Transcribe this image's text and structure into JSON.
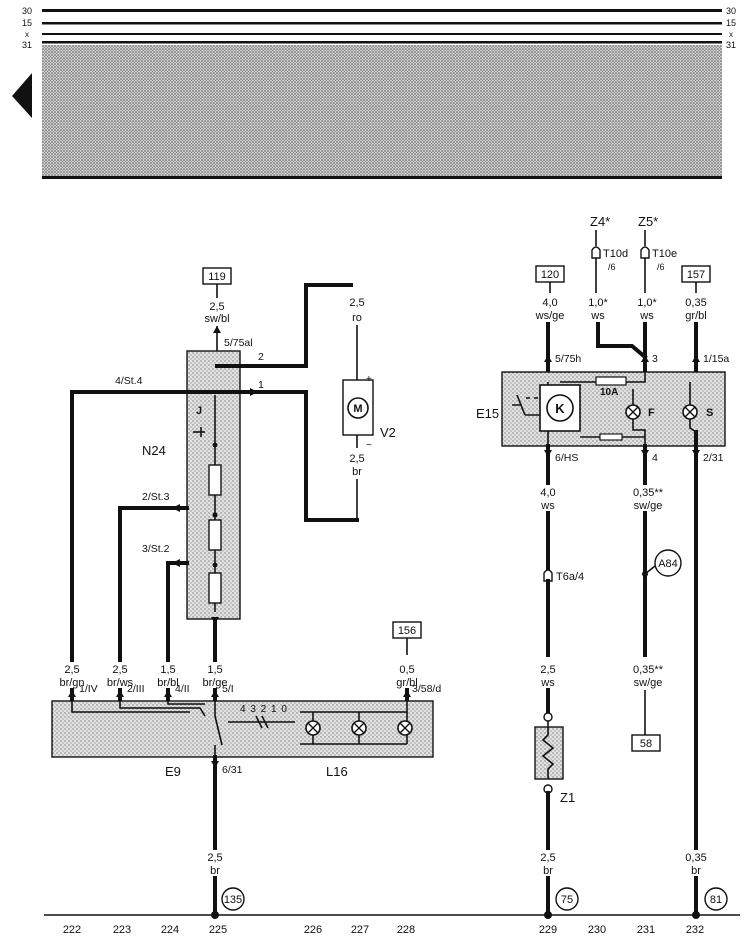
{
  "bus_rails": [
    "30",
    "15",
    "x",
    "31"
  ],
  "track_numbers": [
    "222",
    "223",
    "224",
    "225",
    "226",
    "227",
    "228",
    "229",
    "230",
    "231",
    "232"
  ],
  "ground_points": [
    "135",
    "75",
    "81"
  ],
  "refs": {
    "r119": "119",
    "r120": "120",
    "r157": "157",
    "r156": "156",
    "r58": "58"
  },
  "components": {
    "n24": "N24",
    "v2": "V2",
    "e9": "E9",
    "l16": "L16",
    "e15": "E15",
    "z1": "Z1",
    "z4": "Z4*",
    "z5": "Z5*",
    "a84": "A84",
    "motor": "M",
    "k": "K",
    "fuse": "10A",
    "f": "F",
    "s": "S",
    "j": "J",
    "switch_positions": "4 3 2 1 0"
  },
  "connectors": {
    "t10d": "T10d",
    "t10d_pin": "/6",
    "t10e": "T10e",
    "t10e_pin": "/6",
    "t6a": "T6a/4"
  },
  "wires": {
    "w119_size": "2,5",
    "w119_color": "sw/bl",
    "wv2_top_size": "2,5",
    "wv2_top_color": "ro",
    "wv2_bot_size": "2,5",
    "wv2_bot_color": "br",
    "w222_size": "2,5",
    "w222_color": "br/gn",
    "w223_size": "2,5",
    "w223_color": "br/ws",
    "w224_size": "1,5",
    "w224_color": "br/bl",
    "w225_size": "1,5",
    "w225_color": "br/ge",
    "w228_size": "0,5",
    "w228_color": "gr/bl",
    "w225b_size": "2,5",
    "w225b_color": "br",
    "w120_size": "4,0",
    "w120_color": "ws/ge",
    "wz4_size": "1,0*",
    "wz4_color": "ws",
    "wz5_size": "1,0*",
    "wz5_color": "ws",
    "w157_size": "0,35",
    "w157_color": "gr/bl",
    "w229_size": "4,0",
    "w229_color": "ws",
    "w231_size": "0,35**",
    "w231_color": "sw/ge",
    "w229b_size": "2,5",
    "w229b_color": "ws",
    "w231b_size": "0,35**",
    "w231b_color": "sw/ge",
    "w229c_size": "2,5",
    "w229c_color": "br",
    "w232_size": "0,35",
    "w232_color": "br"
  },
  "pins": {
    "p575al": "5/75al",
    "p2": "2",
    "p1": "1",
    "p4st4": "4/St.4",
    "p2st3": "2/St.3",
    "p3st2": "3/St.2",
    "p1iv": "1/IV",
    "p2iii": "2/III",
    "p4ii": "4/II",
    "p5i": "5/I",
    "p358d": "3/58/d",
    "p631": "6/31",
    "p575h": "5/75h",
    "p3": "3",
    "p115a": "1/15a",
    "p6hs": "6/HS",
    "p4": "4",
    "p231": "2/31"
  }
}
